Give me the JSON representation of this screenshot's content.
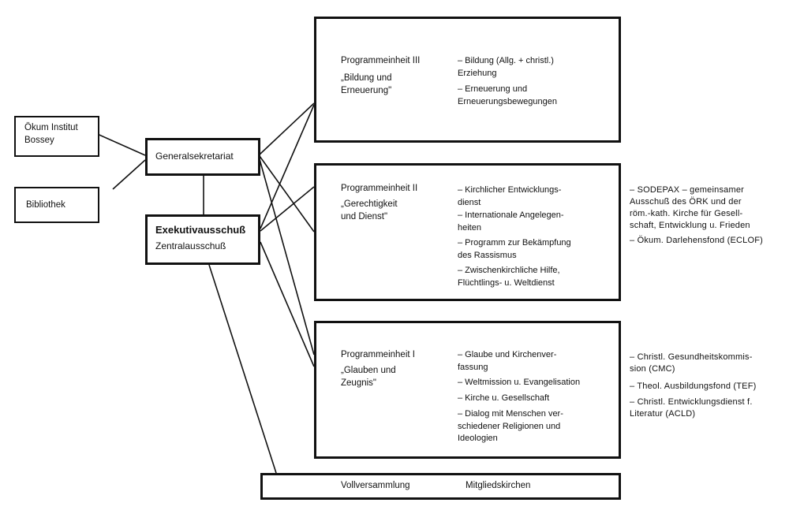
{
  "left": {
    "institut": "Ökum Institut\nBossey",
    "bibliothek": "Bibliothek",
    "generalsekretariat": "Generalsekretariat",
    "exekutiv": "Exekutivausschuß",
    "zentral": "Zentralausschuß"
  },
  "units": [
    {
      "title": "Programmeinheit III",
      "subtitle": "„Bildung und\nErneuerung\"",
      "items": [
        "– Bildung (Allg. + christl.)\n   Erziehung",
        "– Erneuerung und\n   Erneuerungsbewegungen"
      ]
    },
    {
      "title": "Programmeinheit II",
      "subtitle": "„Gerechtigkeit\nund Dienst\"",
      "items": [
        "– Kirchlicher Entwicklungs-\n   dienst",
        "– Internationale Angelegen-\n   heiten",
        "– Programm zur Bekämpfung\n   des Rassismus",
        "– Zwischenkirchliche Hilfe,\n   Flüchtlings- u. Weltdienst"
      ]
    },
    {
      "title": "Programmeinheit I",
      "subtitle": "„Glauben und\nZeugnis\"",
      "items": [
        "– Glaube und Kirchenver-\n   fassung",
        "– Weltmission u. Evangelisation",
        "– Kirche u. Gesellschaft",
        "– Dialog mit Menschen ver-\n   schiedener Religionen und\n   Ideologien"
      ]
    }
  ],
  "side_unit2": [
    "– SODEPAX – gemeinsamer\n   Ausschuß des ÖRK und der\n   röm.-kath. Kirche für Gesell-\n   schaft, Entwicklung u. Frieden",
    "– Ökum. Darlehensfond (ECLOF)"
  ],
  "side_unit1": [
    "– Christl. Gesundheitskommis-\n   sion (CMC)",
    "– Theol. Ausbildungsfond (TEF)",
    "– Christl. Entwicklungsdienst f.\n   Literatur (ACLD)"
  ],
  "bottom": {
    "vollversammlung": "Vollversammlung",
    "mitgliedskirchen": "Mitgliedskirchen"
  }
}
